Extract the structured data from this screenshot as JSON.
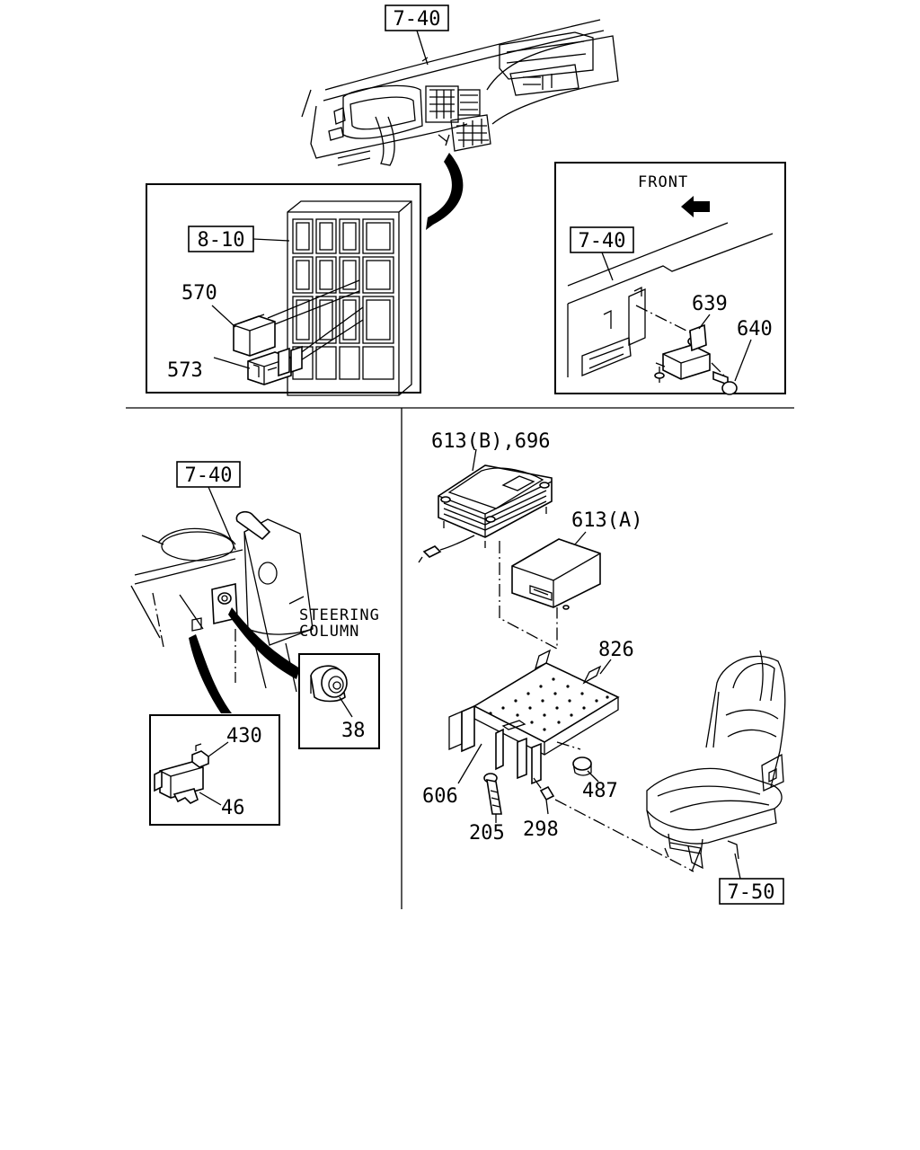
{
  "labels": {
    "ref_dash_top": "7-40",
    "ref_relay_box": "8-10",
    "part_570": "570",
    "part_573": "573",
    "front": "FRONT",
    "ref_bracket_panel": "7-40",
    "part_639": "639",
    "part_640": "640",
    "ref_steering": "7-40",
    "steering_line1": "STEERING",
    "steering_line2": "COLUMN",
    "part_38": "38",
    "part_430": "430",
    "part_46": "46",
    "part_613b_696": "613(B),696",
    "part_613a": "613(A)",
    "part_826": "826",
    "part_606": "606",
    "part_487": "487",
    "part_205": "205",
    "part_298": "298",
    "ref_seat": "7-50"
  }
}
